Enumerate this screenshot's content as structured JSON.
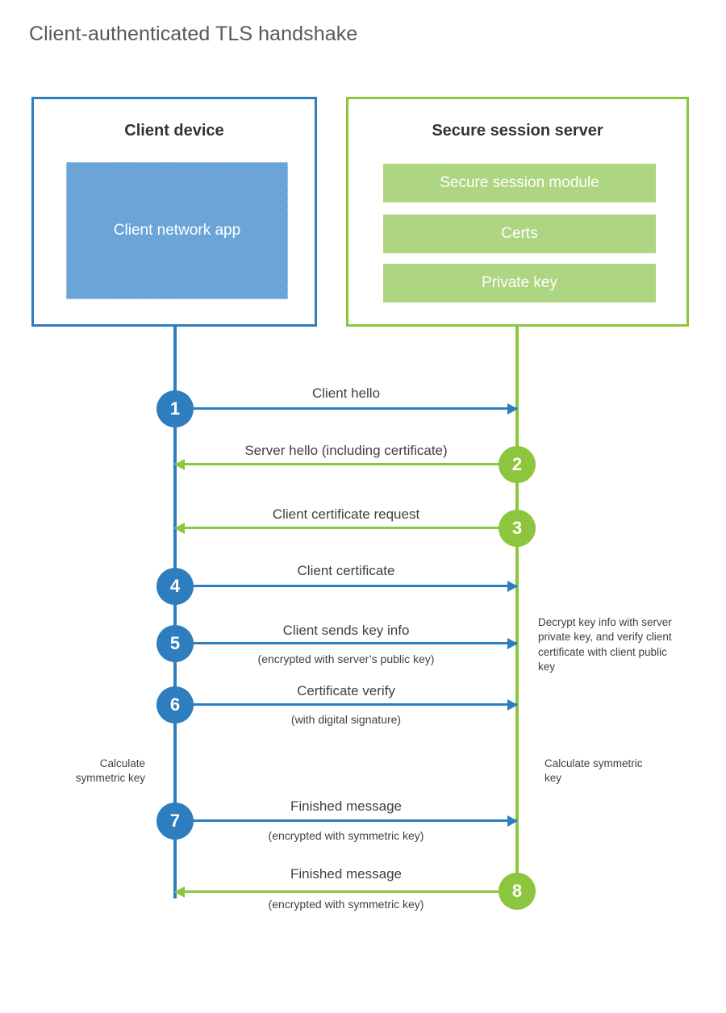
{
  "title": "Client-authenticated TLS handshake",
  "colors": {
    "client_blue": "#2E7EBF",
    "client_app_fill": "#6AA4D8",
    "server_green": "#8CC63E",
    "server_bar_fill": "#AED581",
    "text": "#414042",
    "title_text": "#58595B",
    "panel_title_text": "#333333",
    "background": "#FFFFFF"
  },
  "client_panel": {
    "title": "Client device",
    "app_label": "Client network app"
  },
  "server_panel": {
    "title": "Secure session server",
    "bars": [
      {
        "label": "Secure session module"
      },
      {
        "label": "Certs"
      },
      {
        "label": "Private key"
      }
    ]
  },
  "steps": [
    {
      "number": "1",
      "label": "Client hello",
      "sub": "",
      "direction": "client-to-server",
      "side": "client"
    },
    {
      "number": "2",
      "label": "Server hello (including certificate)",
      "sub": "",
      "direction": "server-to-client",
      "side": "server"
    },
    {
      "number": "3",
      "label": "Client certificate request",
      "sub": "",
      "direction": "server-to-client",
      "side": "server"
    },
    {
      "number": "4",
      "label": "Client certificate",
      "sub": "",
      "direction": "client-to-server",
      "side": "client"
    },
    {
      "number": "5",
      "label": "Client sends key info",
      "sub": "(encrypted with server’s public key)",
      "direction": "client-to-server",
      "side": "client"
    },
    {
      "number": "6",
      "label": "Certificate verify",
      "sub": "(with digital signature)",
      "direction": "client-to-server",
      "side": "client"
    },
    {
      "number": "7",
      "label": "Finished message",
      "sub": "(encrypted with symmetric key)",
      "direction": "client-to-server",
      "side": "client"
    },
    {
      "number": "8",
      "label": "Finished message",
      "sub": "(encrypted with symmetric key)",
      "direction": "server-to-client",
      "side": "server"
    }
  ],
  "notes": {
    "server_decrypt": "Decrypt key info with server private key, and verify client certificate with client public key",
    "client_calculate": "Calculate symmetric key",
    "server_calculate": "Calculate symmetric key"
  }
}
